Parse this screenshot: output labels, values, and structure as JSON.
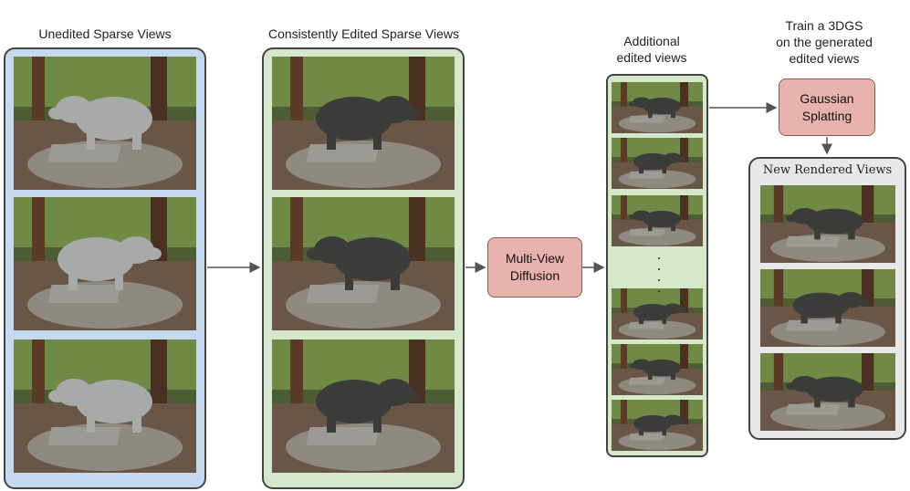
{
  "labels": {
    "unedited": "Unedited Sparse Views",
    "edited": "Consistently Edited Sparse Views",
    "additional": "Additional\nedited views",
    "train": "Train a 3DGS\non the generated\nedited views",
    "rendered": "New Rendered Views"
  },
  "boxes": {
    "multiview": "Multi-View\nDiffusion",
    "gaussian": "Gaussian\nSplatting"
  },
  "colors": {
    "unedited_panel": "#c5d9ef",
    "edited_panel": "#d4e8cc",
    "additional_panel": "#d4e8cc",
    "rendered_panel": "#e8e8e8",
    "box_fill": "#e7b3ac",
    "grey_bear": "#a8aaa9",
    "dark_bear": "#3b3b39"
  }
}
